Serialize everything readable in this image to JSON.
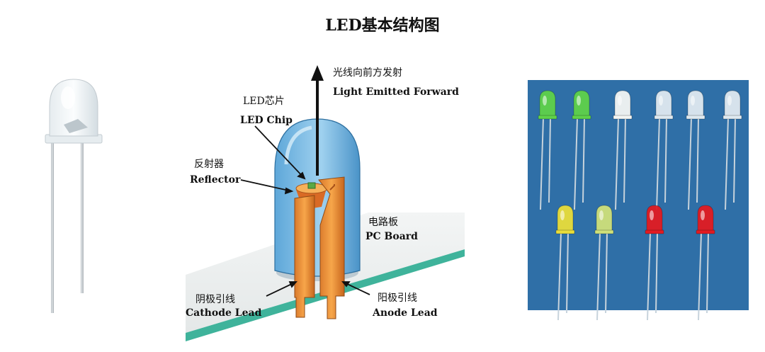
{
  "title": "LED基本结构图",
  "diagram": {
    "labels": {
      "light_cn": "光线向前方发射",
      "light_en": "Light Emitted Forward",
      "chip_cn": "LED芯片",
      "chip_en": "LED Chip",
      "reflector_cn": "反射器",
      "reflector_en": "Reflector",
      "board_cn": "电路板",
      "board_en": "PC Board",
      "cathode_cn": "阴极引线",
      "cathode_en": "Cathode Lead",
      "anode_cn": "阳极引线",
      "anode_en": "Anode Lead"
    }
  },
  "photo_grid": {
    "top_row": [
      "green",
      "green",
      "white",
      "clear",
      "clear",
      "clear"
    ],
    "bottom_row": [
      "yellow",
      "yellow-green",
      "red",
      "red"
    ],
    "colors": {
      "green": "#5fd24a",
      "white": "#f3f5f3",
      "clear": "#dfe9f0",
      "yellow": "#e9dd3a",
      "yellow-green": "#cfe07a",
      "red": "#e21b22",
      "background": "#2f6fa7"
    }
  }
}
